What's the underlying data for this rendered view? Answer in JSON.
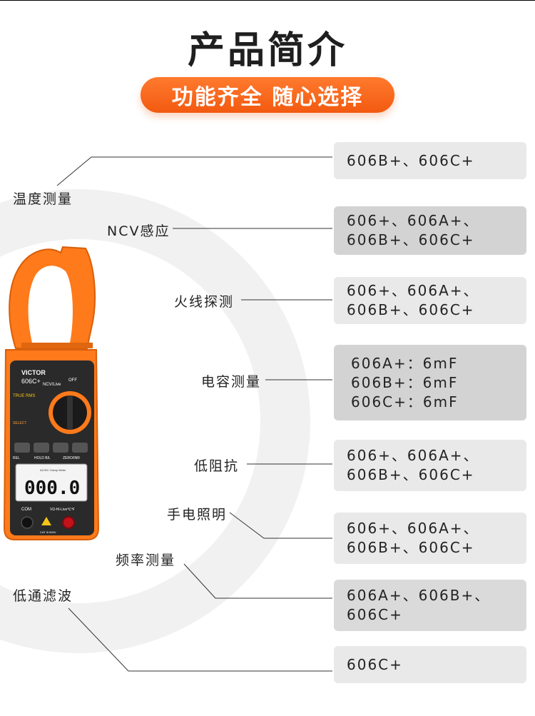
{
  "header": {
    "title": "产品简介",
    "subtitle": "功能齐全 随心选择"
  },
  "device": {
    "brand": "VICTOR",
    "model": "606C+",
    "display_value": "000.0",
    "labels": {
      "ncv": "NCV/Live",
      "off": "OFF",
      "true_rms": "TRUE RMS",
      "select": "SELECT",
      "rel": "REL",
      "hold": "HOLD B/L",
      "zero": "ZERO/INR",
      "com": "COM",
      "input": "VΩ-Hi-Live℃℉",
      "cat": "CAT III 600V",
      "lcd_caption": "AC/DC Clamp Meter"
    }
  },
  "features": [
    {
      "label": "温度测量",
      "models": [
        "606B+、606C+"
      ]
    },
    {
      "label": "NCV感应",
      "models": [
        "606+、606A+、",
        "606B+、606C+"
      ]
    },
    {
      "label": "火线探测",
      "models": [
        "606+、606A+、",
        "606B+、606C+"
      ]
    },
    {
      "label": "电容测量",
      "models": [
        "606A+：6mF",
        "606B+：6mF",
        "606C+：6mF"
      ]
    },
    {
      "label": "低阻抗",
      "models": [
        "606+、606A+、",
        "606B+、606C+"
      ]
    },
    {
      "label": "手电照明",
      "models": [
        "606+、606A+、",
        "606B+、606C+"
      ]
    },
    {
      "label": "频率测量",
      "models": [
        "606A+、606B+、",
        "606C+"
      ]
    },
    {
      "label": "低通滤波",
      "models": [
        "606C+"
      ]
    }
  ],
  "colors": {
    "accent": "#f25a10",
    "meter_orange": "#ff7a1a",
    "box_light": "#e9e9e9",
    "box_dark": "#d3d3d3"
  }
}
